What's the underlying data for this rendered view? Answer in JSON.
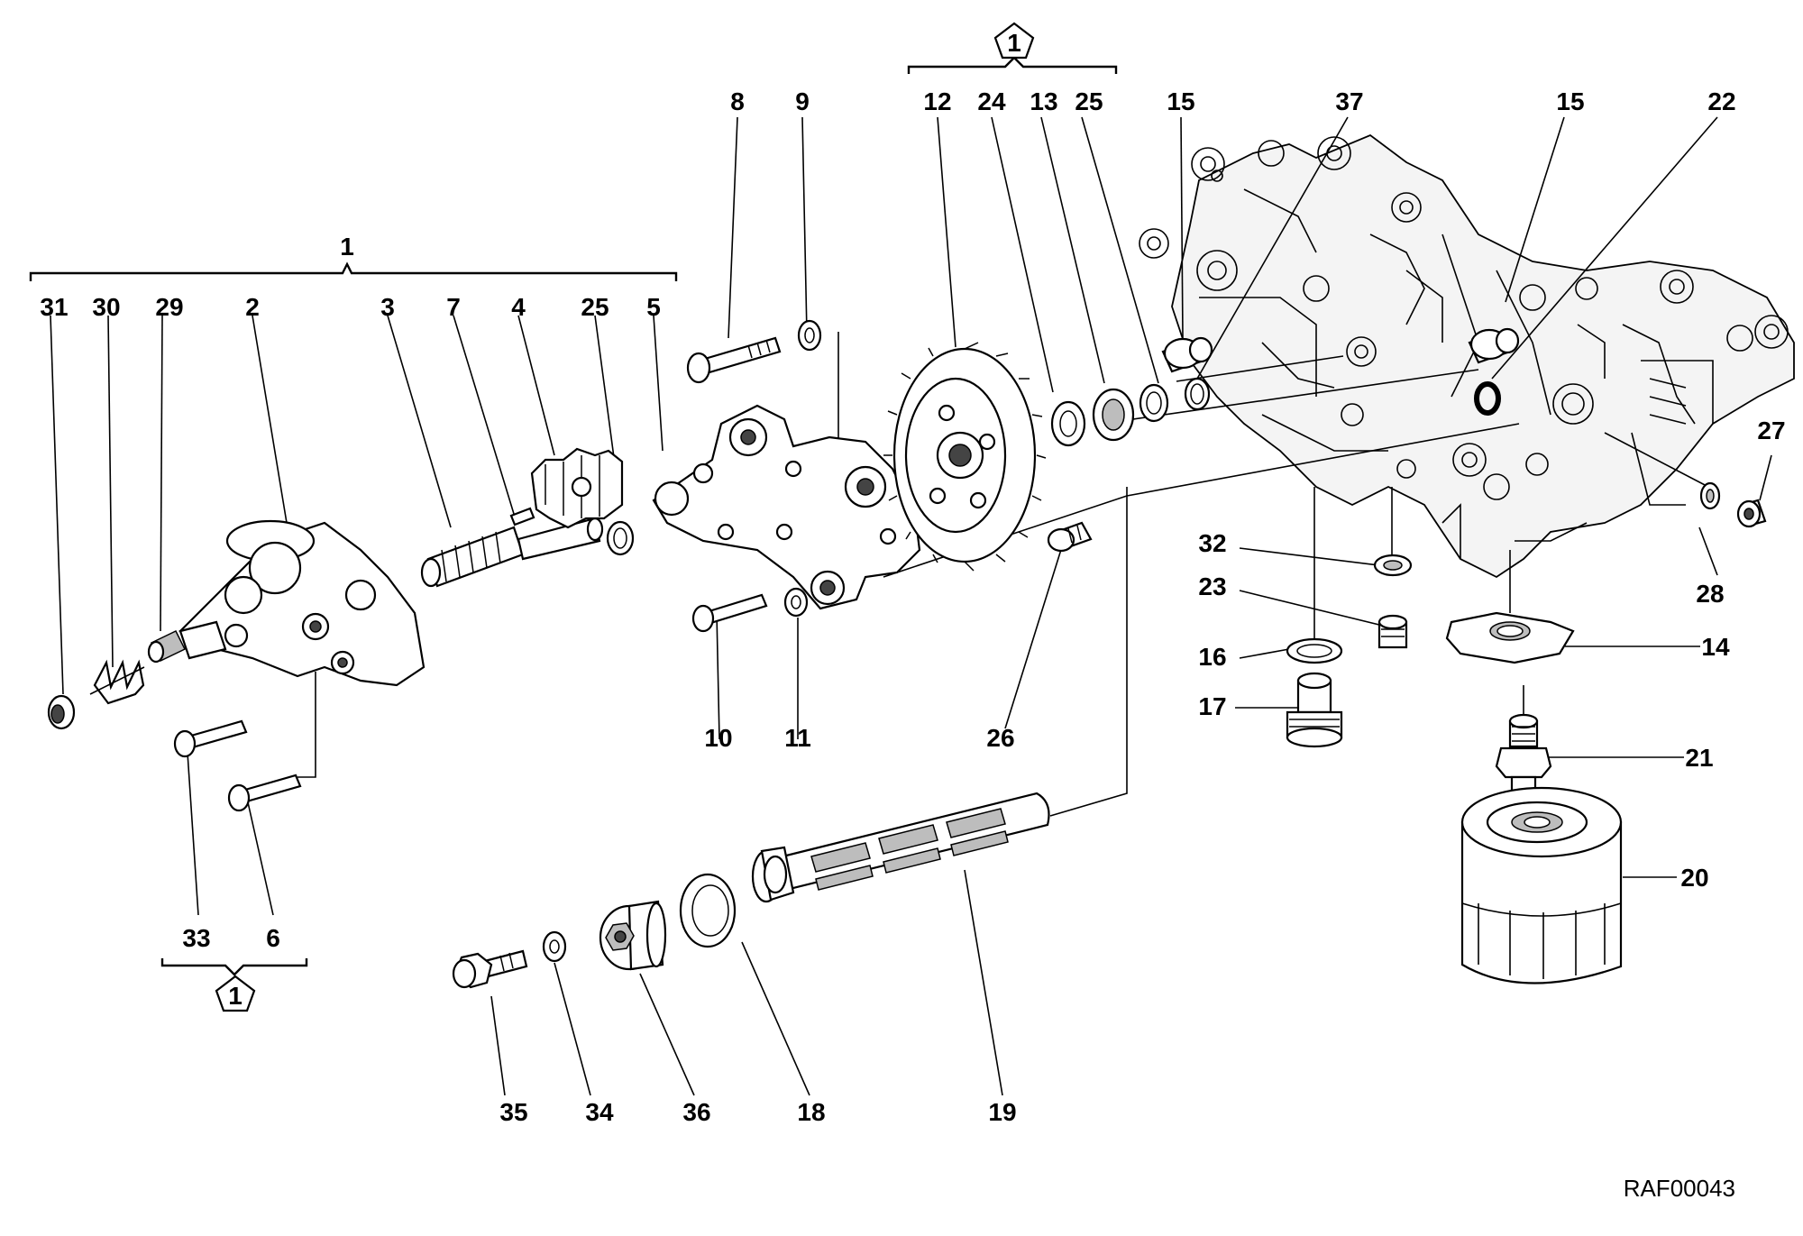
{
  "drawing_code": "RAF00043",
  "badge_text": "1",
  "labels": {
    "p1": "1",
    "p2": "2",
    "p3": "3",
    "p4": "4",
    "p5": "5",
    "p6": "6",
    "p7": "7",
    "p8": "8",
    "p9": "9",
    "p10": "10",
    "p11": "11",
    "p12": "12",
    "p13": "13",
    "p14": "14",
    "p15a": "15",
    "p15b": "15",
    "p16": "16",
    "p17": "17",
    "p18": "18",
    "p19": "19",
    "p20": "20",
    "p21": "21",
    "p22": "22",
    "p23": "23",
    "p24": "24",
    "p25a": "25",
    "p25b": "25",
    "p26": "26",
    "p27": "27",
    "p28": "28",
    "p29": "29",
    "p30": "30",
    "p31": "31",
    "p32": "32",
    "p33": "33",
    "p34": "34",
    "p35": "35",
    "p36": "36",
    "p37": "37"
  }
}
